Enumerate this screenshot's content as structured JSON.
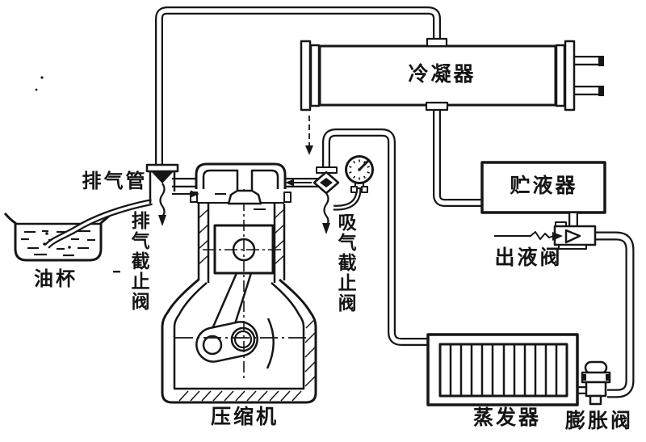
{
  "figure": {
    "type": "schematic-line-drawing",
    "colors": {
      "ink": "#161616",
      "background": "#ffffff"
    },
    "labels": {
      "condenser": "冷凝器",
      "receiver": "贮液器",
      "liquid_outlet_valve": "出液阀",
      "evaporator": "蒸发器",
      "expansion_valve": "膨胀阀",
      "compressor": "压缩机",
      "oil_cup": "油杯",
      "discharge_pipe": "排气管",
      "discharge_stop_valve": "排气截止阀",
      "suction_stop_valve": "吸气截止阀"
    }
  }
}
